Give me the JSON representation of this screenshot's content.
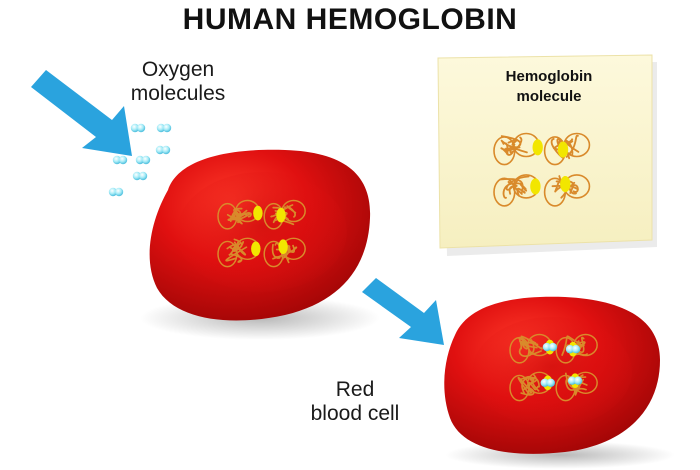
{
  "title": "HUMAN HEMOGLOBIN",
  "labels": {
    "oxygen_line1": "Oxygen",
    "oxygen_line2": "molecules",
    "rbc_line1": "Red",
    "rbc_line2": "blood cell"
  },
  "inset": {
    "title_line1": "Hemoglobin",
    "title_line2": "molecule"
  },
  "colors": {
    "cell_red": "#d40d0d",
    "arrow_blue": "#2aa3de",
    "protein_orange": "#d98a2b",
    "heme_yellow": "#f2e600",
    "oxygen_cyan": "#8fe0f0",
    "note_bg": "#fbf7d5"
  }
}
